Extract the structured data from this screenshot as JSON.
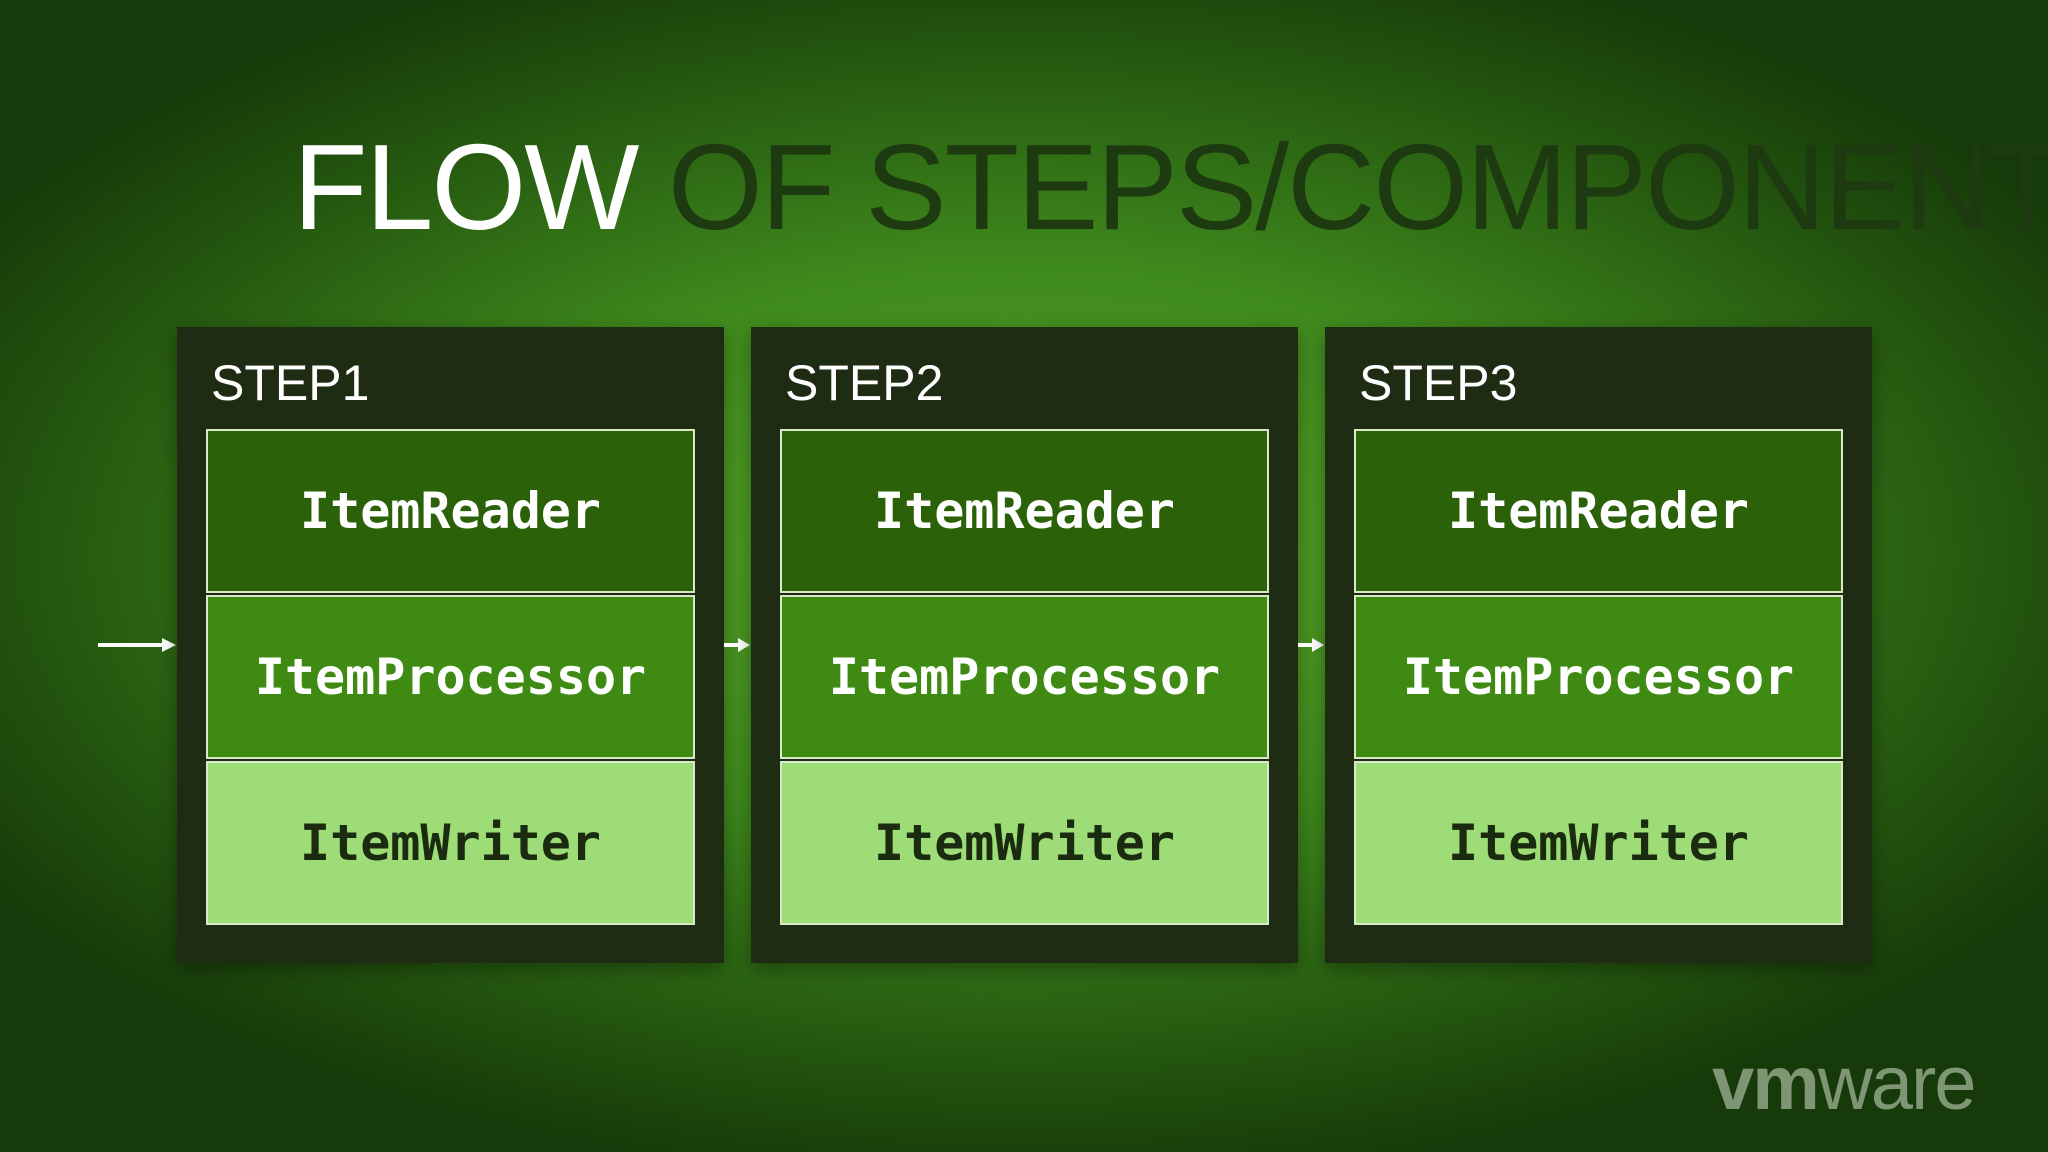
{
  "title": {
    "part1": "FLOW",
    "part2": "OF STEPS/COMPONENT"
  },
  "steps": [
    {
      "label": "STEP1",
      "components": [
        "ItemReader",
        "ItemProcessor",
        "ItemWriter"
      ]
    },
    {
      "label": "STEP2",
      "components": [
        "ItemReader",
        "ItemProcessor",
        "ItemWriter"
      ]
    },
    {
      "label": "STEP3",
      "components": [
        "ItemReader",
        "ItemProcessor",
        "ItemWriter"
      ]
    }
  ],
  "logo": {
    "text_bold": "vm",
    "text_light": "ware"
  },
  "colors": {
    "title_highlight": "#ffffff",
    "title_dark": "#1d3a10",
    "step_panel": "#1e2c14",
    "reader": "#2b6209",
    "processor": "#3f8a12",
    "writer": "#9ddc76"
  }
}
